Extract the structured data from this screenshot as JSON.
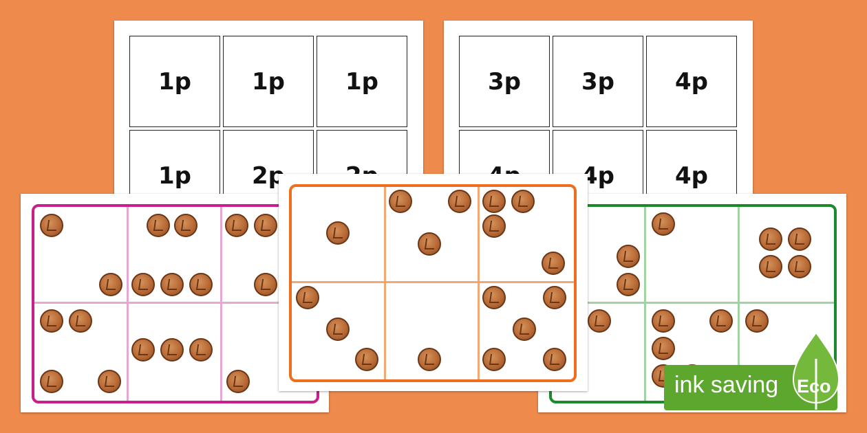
{
  "sheet_left": {
    "labels": [
      "1p",
      "1p",
      "1p",
      "1p",
      "2p",
      "2p"
    ]
  },
  "sheet_right": {
    "labels": [
      "3p",
      "3p",
      "4p",
      "4p",
      "4p",
      "4p"
    ]
  },
  "card_pink": {
    "border_color": "#c81f8c",
    "divider_color": "#e8a7d2",
    "cells": [
      {
        "coins": 2
      },
      {
        "coins": 5
      },
      {
        "coins": 3
      },
      {
        "coins": 4
      },
      {
        "coins": 3
      },
      {
        "coins": 1
      }
    ]
  },
  "card_orange": {
    "border_color": "#ee6e1f",
    "divider_color": "#f3a774",
    "cells": [
      {
        "coins": 1
      },
      {
        "coins": 3
      },
      {
        "coins": 4
      },
      {
        "coins": 3
      },
      {
        "coins": 1
      },
      {
        "coins": 5
      }
    ]
  },
  "card_green": {
    "border_color": "#1b8a2a",
    "divider_color": "#9fd3a2",
    "cells": [
      {
        "coins": 2
      },
      {
        "coins": 1
      },
      {
        "coins": 4
      },
      {
        "coins": 1
      },
      {
        "coins": 5
      },
      {
        "coins": 1
      }
    ]
  },
  "badge": {
    "text": "ink saving",
    "eco": "Eco",
    "color": "#5ea72f"
  }
}
